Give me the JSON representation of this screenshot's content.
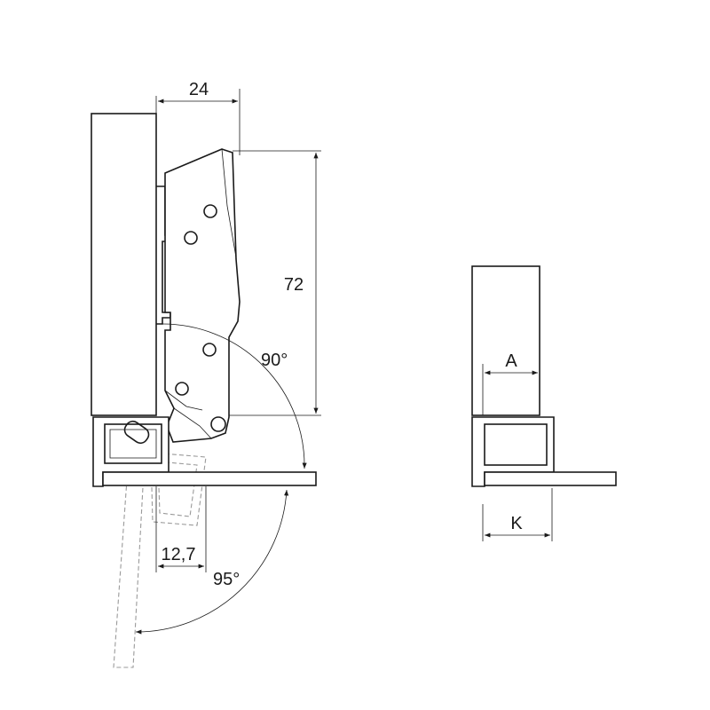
{
  "labels": {
    "overlay_width": "24",
    "height": "72",
    "door_angle": "90°",
    "offset": "12,7",
    "open_angle": "95°",
    "dim_a": "A",
    "dim_k": "K"
  },
  "colors": {
    "line": "#1a1a1a",
    "ghost": "#9a9a9a",
    "background": "#ffffff"
  }
}
